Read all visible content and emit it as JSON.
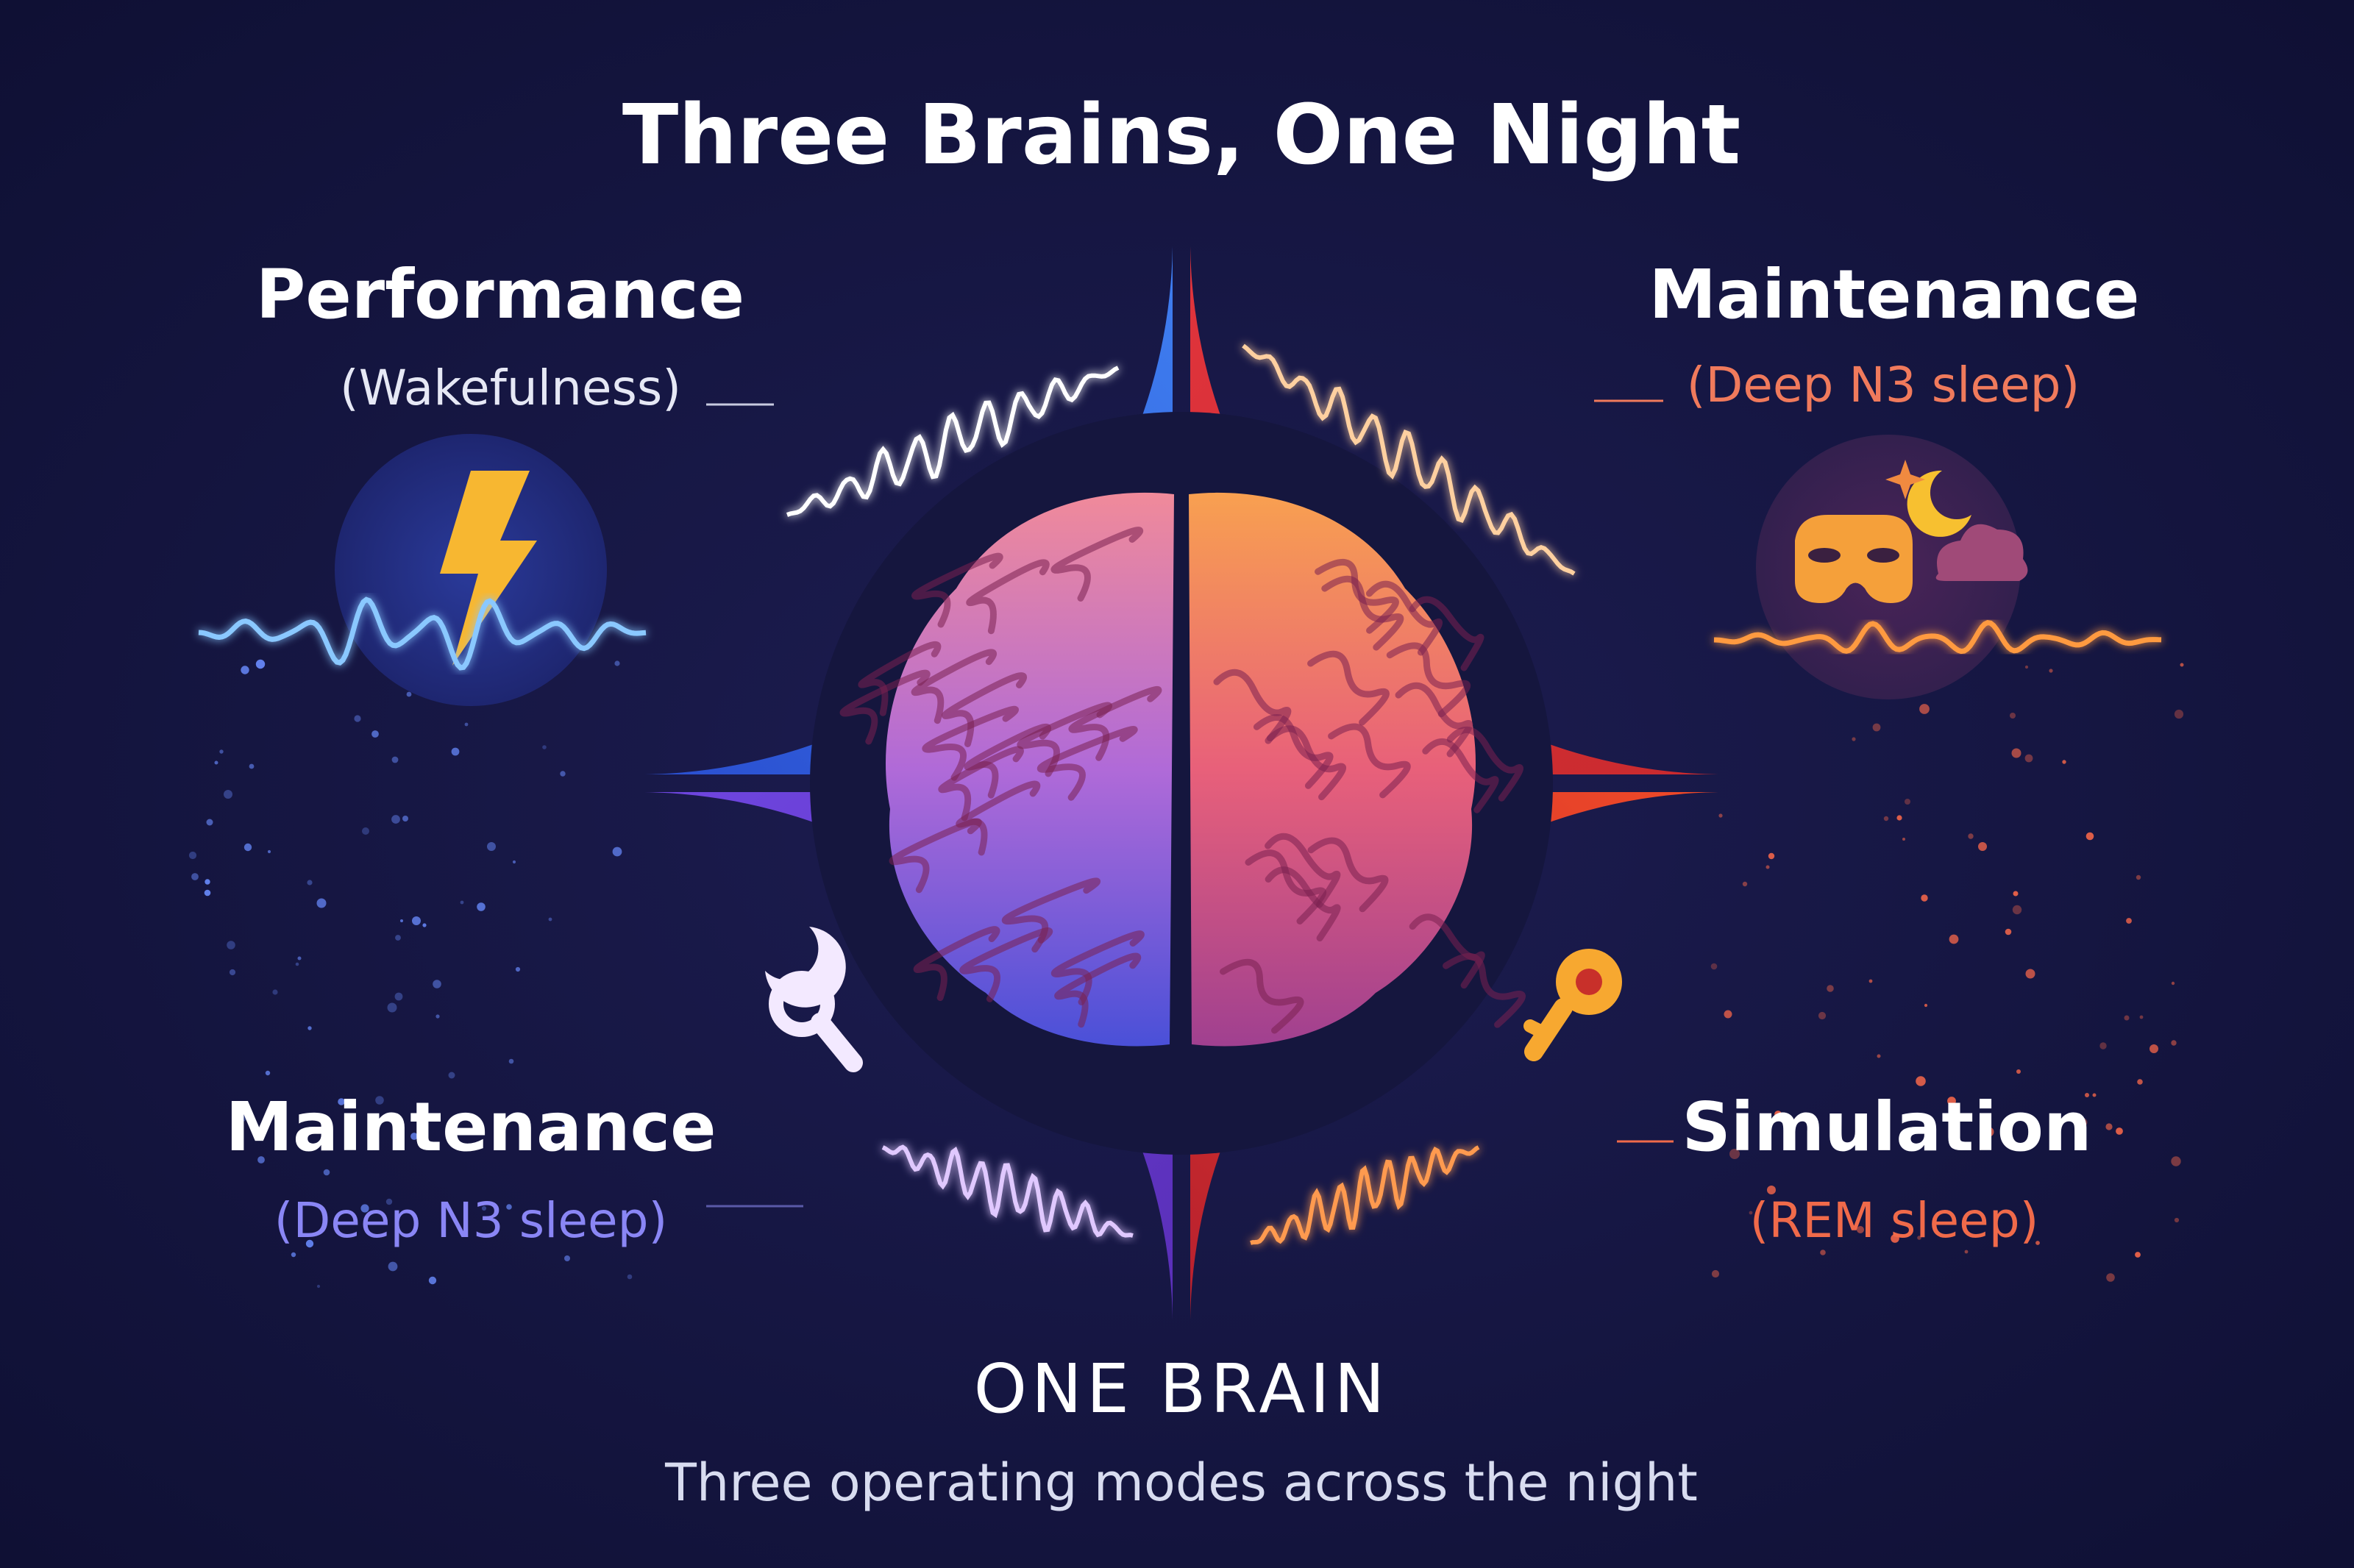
{
  "title": "Three Brains, One Night",
  "modes": {
    "top_left": {
      "heading": "Performance",
      "subheading": "(Wakefulness)",
      "color": "#e6e8f5",
      "icon": "lightning-bolt-icon"
    },
    "top_right": {
      "heading": "Maintenance",
      "subheading": "(Deep N3 sleep)",
      "color": "#f07a5c",
      "icon": "sleep-mask-moon-cloud-icon"
    },
    "bottom_left": {
      "heading": "Maintenance",
      "subheading": "(Deep N3 sleep)",
      "color": "#8a86f5",
      "icon": "moon-wrench-icon"
    },
    "bottom_right": {
      "heading": "Simulation",
      "subheading": "(REM sleep)",
      "color": "#f06a4a",
      "icon": "gear-key-icon"
    }
  },
  "center": {
    "label": "ONE BRAIN",
    "tagline": "Three operating modes across the night"
  },
  "colors": {
    "background": "#12123a",
    "blue": "#3a6fe8",
    "red": "#e03a3c",
    "purple": "#6a40d8",
    "orange": "#f0502c",
    "lightning": "#f7b731"
  }
}
